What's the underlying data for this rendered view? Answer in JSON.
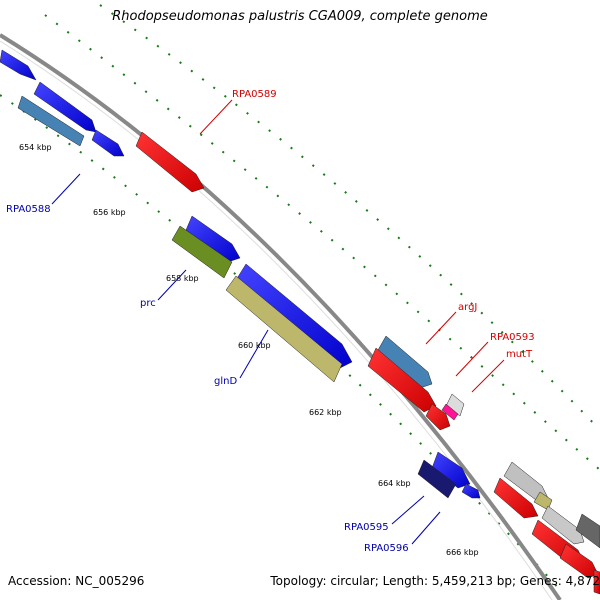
{
  "title": "Rhodopseudomonas palustris CGA009, complete genome",
  "footer": {
    "accession": "Accession: NC_005296",
    "summary": "Topology: circular; Length: 5,459,213 bp; Genes: 4,872"
  },
  "scale_ticks": [
    "654 kbp",
    "656 kbp",
    "658 kbp",
    "660 kbp",
    "662 kbp",
    "664 kbp",
    "666 kbp"
  ],
  "gene_labels": {
    "rpa0589": "RPA0589",
    "rpa0588": "RPA0588",
    "prc": "prc",
    "glnD": "glnD",
    "argJ": "argJ",
    "rpa0593": "RPA0593",
    "mutT": "mutT",
    "rpa0595": "RPA0595",
    "rpa0596": "RPA0596"
  },
  "colors": {
    "forward_label": "#d40000",
    "reverse_label": "#0000b0",
    "blue_gene": "#0000ee",
    "steel_gene": "#4682b4",
    "red_gene": "#ee0000",
    "olive_gene": "#6b8e23",
    "khaki_gene": "#bdb76b",
    "navy_gene": "#191970",
    "pink_gene": "#ff1493",
    "grey_gene": "#b0b0b0",
    "dark_grey_gene": "#666666",
    "backbone": "#888888",
    "tick": "#1a7a1a"
  }
}
